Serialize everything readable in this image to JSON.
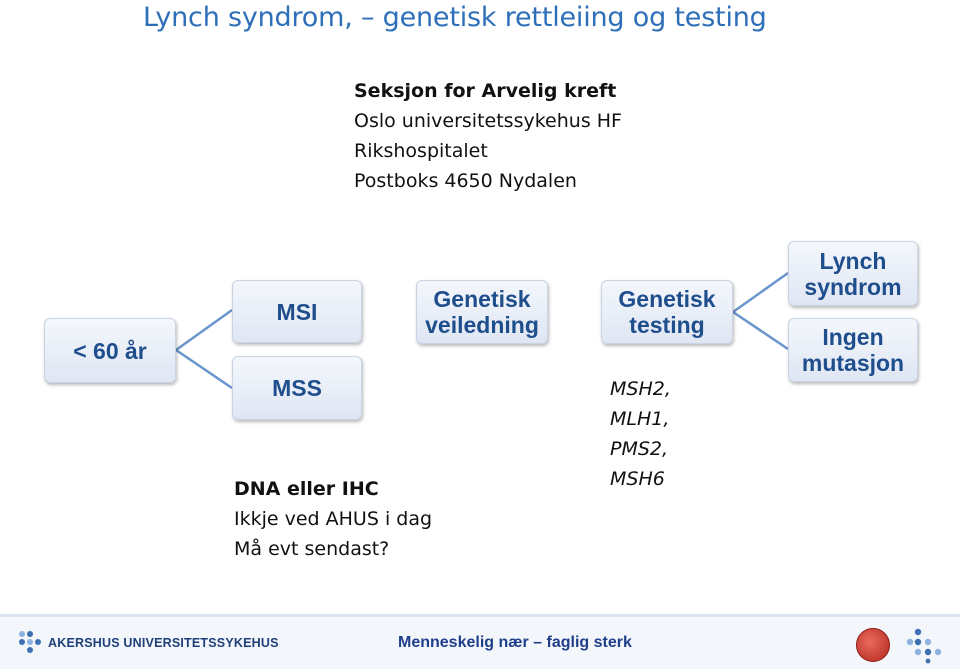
{
  "title": "Lynch syndrom, – genetisk rettleiing og testing",
  "address": {
    "line1": "Seksjon for Arvelig kreft",
    "line2": "Oslo universitetssykehus HF",
    "line3": "Rikshospitalet",
    "line4": "Postboks 4650 Nydalen"
  },
  "nodes": {
    "age": "< 60 år",
    "msi": "MSI",
    "mss": "MSS",
    "veiledning_1": "Genetisk",
    "veiledning_2": "veiledning",
    "testing_1": "Genetisk",
    "testing_2": "testing",
    "lynch_1": "Lynch",
    "lynch_2": "syndrom",
    "ingen_1": "Ingen",
    "ingen_2": "mutasjon"
  },
  "notes": {
    "line1": "DNA eller IHC",
    "line2": "Ikkje ved AHUS i dag",
    "line3": "Må evt sendast?"
  },
  "genes": {
    "line1": "MSH2,",
    "line2": "MLH1,",
    "line3": "PMS2,",
    "line4": "MSH6"
  },
  "footer": {
    "logo_text": "AKERSHUS UNIVERSITETSSYKEHUS",
    "slogan": "Menneskelig nær – faglig sterk"
  },
  "colors": {
    "title": "#2e6fb9",
    "box_text": "#1f4e8c",
    "footer_text": "#1f3f8a"
  }
}
